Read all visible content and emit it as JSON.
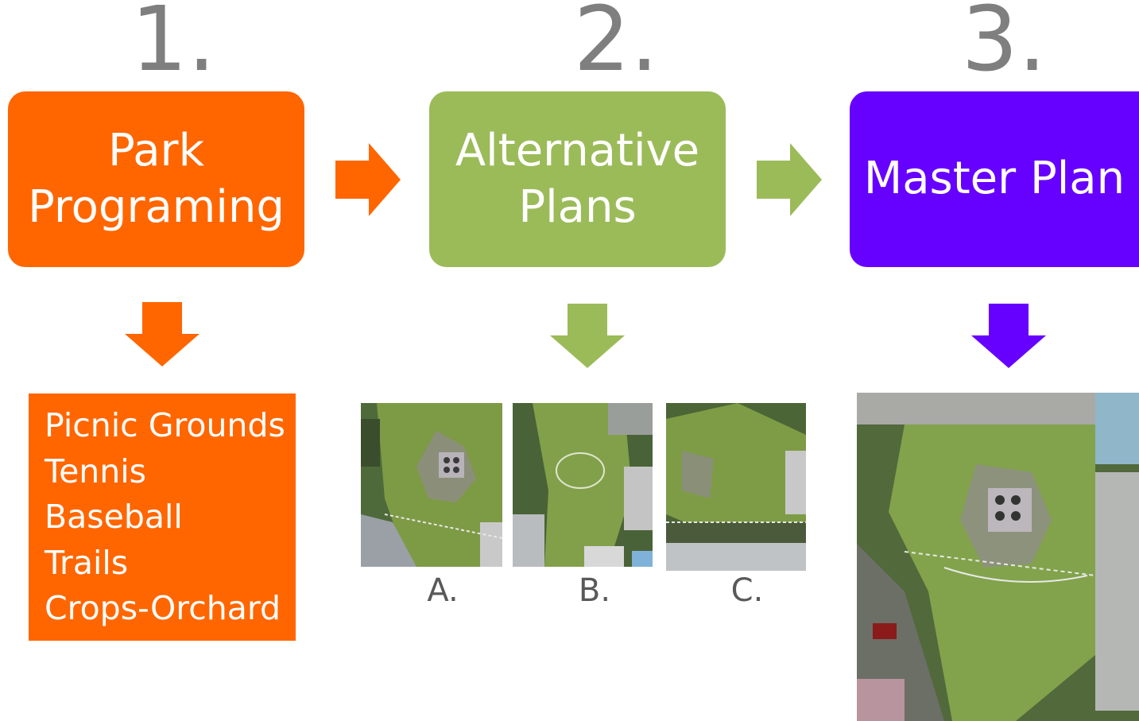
{
  "steps": [
    {
      "number": "1.",
      "title_line1": "Park",
      "title_line2": "Programing",
      "color": "#ff6600"
    },
    {
      "number": "2.",
      "title_line1": "Alternative",
      "title_line2": "Plans",
      "color": "#9bbb59"
    },
    {
      "number": "3.",
      "title_line1": "Master Plan",
      "color": "#6600ff"
    }
  ],
  "program_items": [
    "Picnic Grounds",
    "Tennis",
    "Baseball",
    "Trails",
    "Crops-Orchard"
  ],
  "alternatives": [
    {
      "label": "A."
    },
    {
      "label": "B."
    },
    {
      "label": "C."
    }
  ],
  "icons": {
    "right_arrow": "right-arrow-icon",
    "down_arrow": "down-arrow-icon"
  }
}
